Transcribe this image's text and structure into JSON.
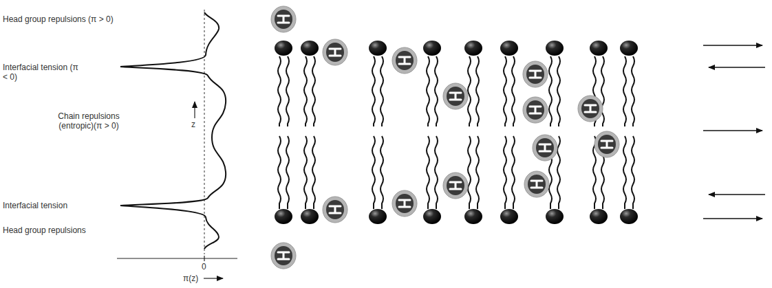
{
  "diagram": {
    "labels": [
      "Head group repulsions (π > 0)",
      "Interfacial tension (π < 0)",
      "Chain repulsions (entropic)(π > 0)",
      "z",
      "Interfacial tension",
      "Head group repulsions",
      "0",
      "π(z)"
    ]
  }
}
